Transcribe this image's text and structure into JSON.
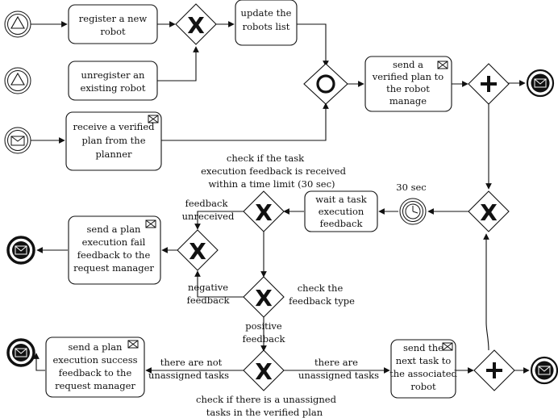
{
  "tasks": {
    "register": [
      "register a new",
      "robot"
    ],
    "unregister": [
      "unregister an",
      "existing robot"
    ],
    "receive_plan": [
      "receive a verified",
      "plan from the",
      "planner"
    ],
    "update_list": [
      "update the",
      "robots list"
    ],
    "send_plan": [
      "send a",
      "verified plan to",
      "the robot",
      "manage"
    ],
    "wait_feedback": [
      "wait a task",
      "execution",
      "feedback"
    ],
    "send_fail": [
      "send a plan",
      "execution fail",
      "feedback to the",
      "request manager"
    ],
    "send_success": [
      "send a plan",
      "execution success",
      "feedback to the",
      "request manager"
    ],
    "send_next": [
      "send the",
      "next task to",
      "the associated",
      "robot"
    ]
  },
  "labels": {
    "timer_note": [
      "check if the task",
      "execution feedback is received",
      "within a time limit (30 sec)"
    ],
    "timer": "30 sec",
    "feedback_unreceived": [
      "feedback",
      "unreceived"
    ],
    "negative_feedback": [
      "negative",
      "feedback"
    ],
    "check_type": [
      "check the",
      "feedback type"
    ],
    "positive_feedback": [
      "positive",
      "feedback"
    ],
    "no_unassigned": [
      "there are not",
      "unassigned tasks"
    ],
    "unassigned": [
      "there are",
      "unassigned tasks"
    ],
    "check_unassigned": [
      "check if there is a unassigned",
      "tasks in the verified plan"
    ]
  }
}
